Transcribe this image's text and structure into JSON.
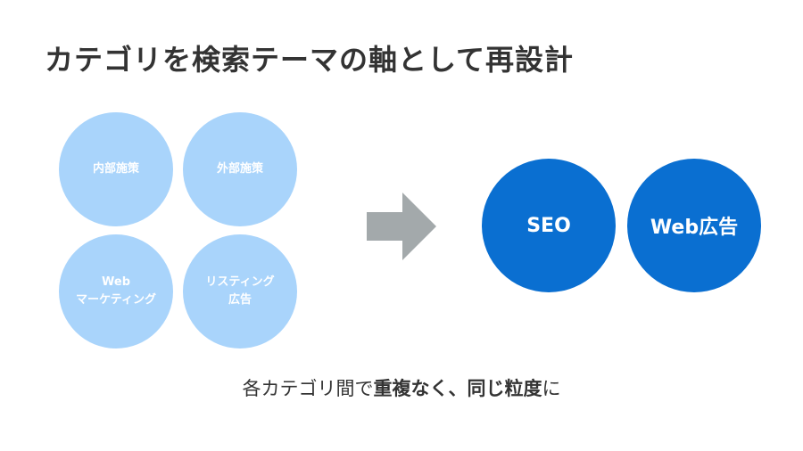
{
  "title": "カテゴリを検索テーマの軸として再設計",
  "before": {
    "items": [
      {
        "lines": [
          "内部施策"
        ]
      },
      {
        "lines": [
          "外部施策"
        ]
      },
      {
        "lines": [
          "Web",
          "マーケティング"
        ]
      },
      {
        "lines": [
          "リスティング",
          "広告"
        ]
      }
    ]
  },
  "after": {
    "items": [
      {
        "label": "SEO"
      },
      {
        "label": "Web広告"
      }
    ]
  },
  "caption": {
    "part1": "各カテゴリ間で",
    "part2": "重複なく、同じ粒度",
    "part3": "に"
  },
  "colors": {
    "before_circle": "#a9d4fb",
    "after_circle": "#0a6fd1",
    "arrow": "#a3a9ab",
    "text": "#333333"
  }
}
